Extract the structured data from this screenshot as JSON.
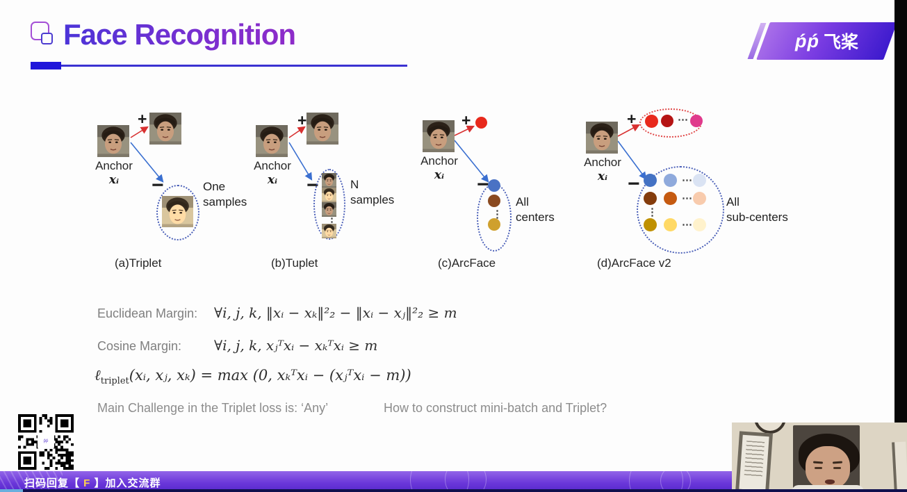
{
  "header": {
    "title": "Face Recognition"
  },
  "logo": {
    "pp": "ṕṕ",
    "name": "飞桨"
  },
  "diagrams": [
    {
      "caption": "(a)Triplet",
      "anchor_label": "Anchor",
      "anchor_math": "xᵢ",
      "plus": "+",
      "minus": "−",
      "side_line1": "One",
      "side_line2": "samples"
    },
    {
      "caption": "(b)Tuplet",
      "anchor_label": "Anchor",
      "anchor_math": "xᵢ",
      "plus": "+",
      "minus": "−",
      "side_line1": "N",
      "side_line2": "samples",
      "dots_v": "⋮"
    },
    {
      "caption": "(c)ArcFace",
      "anchor_label": "Anchor",
      "anchor_math": "xᵢ",
      "plus": "+",
      "minus": "−",
      "side_line1": "All",
      "side_line2": "centers",
      "dots_v": "⋮",
      "positive_color": "#e8291c",
      "centers": [
        "#4a72c4",
        "#8a4a20",
        "#cfa02e"
      ]
    },
    {
      "caption": "(d)ArcFace v2",
      "anchor_label": "Anchor",
      "anchor_math": "xᵢ",
      "plus": "+",
      "minus": "−",
      "side_line1": "All",
      "side_line2": "sub-centers",
      "dots_h": "⋯",
      "dots_v": "⋮",
      "positive_centers": [
        "#e8291c",
        "#b51414",
        "#e03a8c"
      ],
      "grid_rows": [
        [
          "#4472c4",
          "#8faadc",
          "#dae3f3"
        ],
        [
          "#843c0c",
          "#c55a11",
          "#f8cbad"
        ],
        [
          "#bf9000",
          "#ffd966",
          "#fff2cc"
        ]
      ]
    }
  ],
  "formulas": {
    "euclidean_label": "Euclidean Margin:",
    "euclidean_math": "∀i, j, k,    ‖xᵢ − xₖ‖²₂ − ‖xᵢ − xⱼ‖²₂ ≥ m",
    "cosine_label": "Cosine Margin:",
    "cosine_math": "∀i, j, k,    xⱼᵀxᵢ − xₖᵀxᵢ ≥ m",
    "triplet_prefix": "ℓ",
    "triplet_sub": "triplet",
    "triplet_rest": "(xᵢ, xⱼ, xₖ) = max (0, xₖᵀxᵢ − (xⱼᵀxᵢ − m))"
  },
  "challenge": {
    "left": "Main Challenge in the Triplet loss is: ‘Any’",
    "right": "How to construct mini-batch and Triplet?"
  },
  "footer": {
    "prefix": "扫码回复【 ",
    "key": "F",
    "suffix": " 】加入交流群"
  },
  "theme": {
    "title_purple": "#6a2fd0",
    "rule_blue": "#2016da",
    "arrow_red": "#d83030",
    "arrow_blue": "#3a6fd0",
    "footer_purple": "#6c38da",
    "highlight_gold": "#ffd24a"
  }
}
